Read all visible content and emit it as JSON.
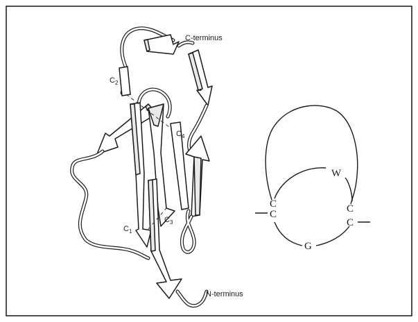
{
  "labels": {
    "c_terminus": "C-terminus",
    "n_terminus": "N-terminus"
  },
  "cysteines": [
    {
      "letter": "C",
      "sub": "1"
    },
    {
      "letter": "C",
      "sub": "2"
    },
    {
      "letter": "C",
      "sub": "3"
    },
    {
      "letter": "C",
      "sub": "4"
    }
  ],
  "motif": {
    "letters": [
      "C",
      "C",
      "W",
      "C",
      "C",
      "G"
    ]
  }
}
